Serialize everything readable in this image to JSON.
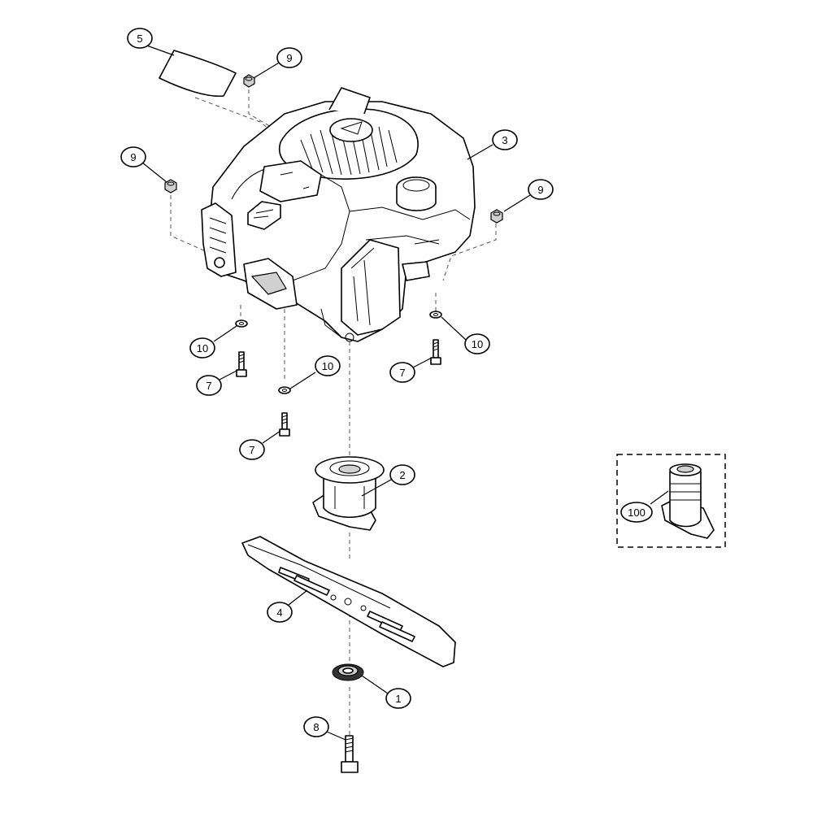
{
  "callouts": {
    "c5": "5",
    "c9_top": "9",
    "c3": "3",
    "c9_left": "9",
    "c9_right": "9",
    "c10_left": "10",
    "c10_mid": "10",
    "c10_right": "10",
    "c7_left": "7",
    "c7_mid": "7",
    "c7_right": "7",
    "c2": "2",
    "c100": "100",
    "c4": "4",
    "c1": "1",
    "c8": "8"
  },
  "parts": [
    "air-filter-pad",
    "nut",
    "engine",
    "washer",
    "bolt",
    "blade-adapter",
    "blade",
    "blade-washer",
    "blade-bolt",
    "alternative-blade-adapter"
  ]
}
